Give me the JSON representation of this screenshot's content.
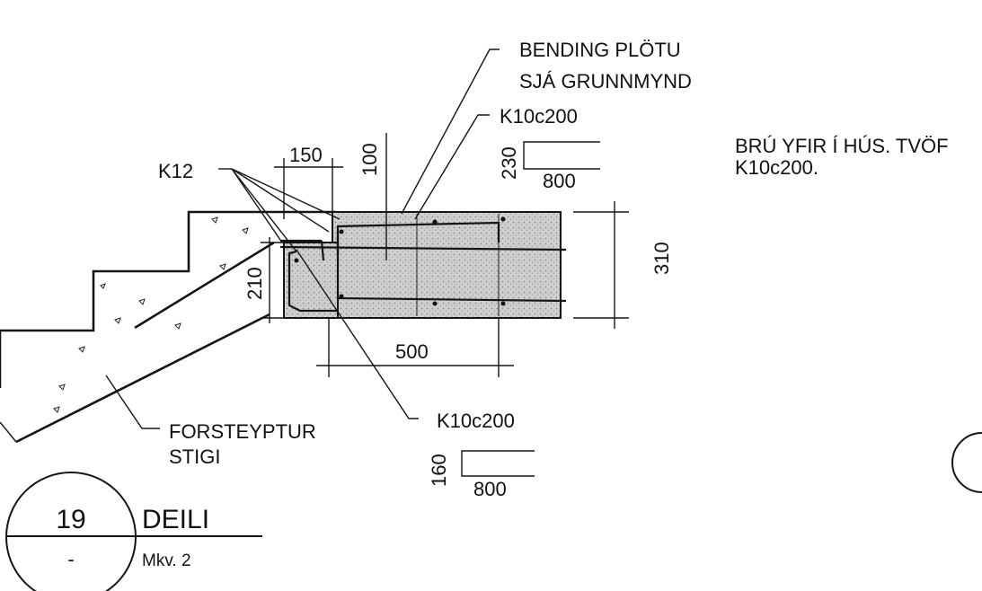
{
  "labels": {
    "bending": "BENDING PLÖTU",
    "bending_sub": "SJÁ GRUNNMYND",
    "k10_top": "K10c200",
    "k12": "K12",
    "k10_bottom": "K10c200",
    "forsteyptur": "FORSTEYPTUR",
    "stigi": "STIGI",
    "note_line1": "BRÚ YFIR Í HÚS. TVÖF",
    "note_line2": "K10c200."
  },
  "dimensions": {
    "d150": "150",
    "d100": "100",
    "d230": "230",
    "d800_top": "800",
    "d310": "310",
    "d210": "210",
    "d500": "500",
    "d160": "160",
    "d800_bottom": "800"
  },
  "title_block": {
    "number": "19",
    "name": "DEILI",
    "sheet": "-",
    "scale": "Mkv. 2"
  }
}
